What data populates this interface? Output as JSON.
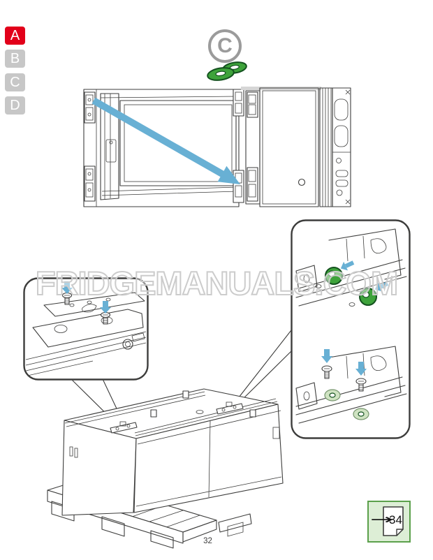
{
  "page": {
    "number": "32"
  },
  "steps": {
    "items": [
      {
        "label": "A",
        "state": "active"
      },
      {
        "label": "B",
        "state": "inactive"
      },
      {
        "label": "C",
        "state": "inactive"
      },
      {
        "label": "D",
        "state": "inactive"
      }
    ]
  },
  "part_indicator": {
    "label": "C",
    "part_icon": "green-washer-pair"
  },
  "watermark": {
    "text": "FRIDGEMANUALS.COM"
  },
  "page_reference": {
    "arrow": "→",
    "page": "34"
  },
  "figures": {
    "door_assembly": "door-panels-with-transfer-arrow",
    "left_detail": "hinge-screws-installation",
    "right_detail_top": "green-washers-inserted",
    "right_detail_bottom": "screws-through-washers",
    "base": "appliance-on-transport-pallet"
  },
  "colors": {
    "red": "#e2001a",
    "gray_badge": "#c7c7c7",
    "indicator_gray": "#9b9b9b",
    "arrow_blue": "#68b0d4",
    "washer_green": "#3ea33b",
    "washer_green_dark": "#14521f",
    "washer_seated": "#cfe3c2",
    "line": "#3d3d3c",
    "ref_box_fill": "#ddeed6",
    "ref_box_border": "#5ba04b",
    "watermark": "#cccccc"
  }
}
